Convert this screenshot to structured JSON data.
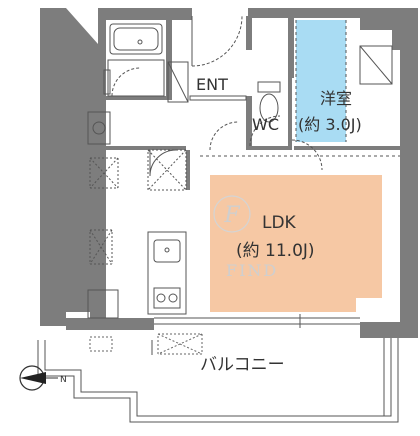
{
  "rooms": {
    "ldk": {
      "name": "LDK",
      "area": "(約 11.0J)"
    },
    "western": {
      "name": "洋室",
      "area": "(約 3.0J)"
    },
    "entrance": {
      "name": "ENT"
    },
    "toilet": {
      "name": "WC"
    },
    "balcony": {
      "name": "バルコニー"
    }
  },
  "compass": {
    "label": "N"
  },
  "watermark": {
    "brand": "FIND",
    "monogram": "F"
  },
  "colors": {
    "wall": "#7d7d7d",
    "ldk_fill": "#f6c8a4",
    "western_fill": "#a9dcf3",
    "line": "#555555"
  }
}
